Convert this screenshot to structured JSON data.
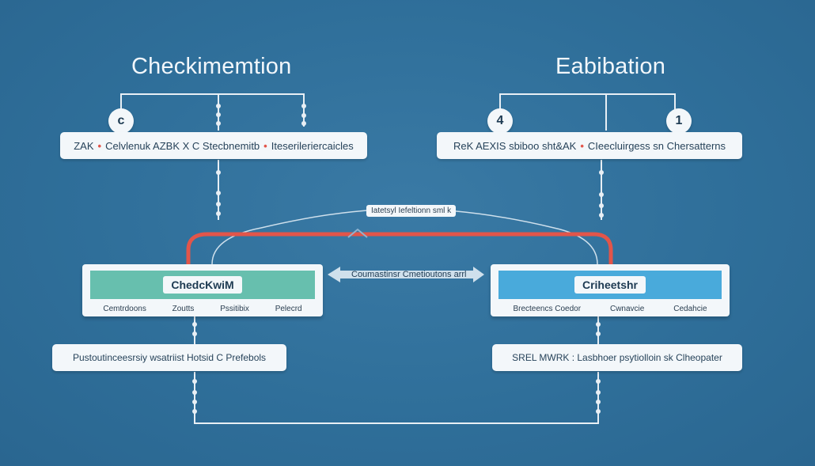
{
  "titles": {
    "left": "Checkimemtion",
    "right": "Eabibation"
  },
  "left_top": {
    "circle": "c",
    "parts": [
      "ZAK",
      "Celvlenuk AZBK X C Stecbnemitb",
      "Iteserileriercaicles"
    ]
  },
  "right_top": {
    "circles": [
      "4",
      "1"
    ],
    "parts": [
      "ReK AEXIS",
      "sbiboo sht&AK",
      "CIeecluirgess sn Chersatterns"
    ]
  },
  "connector_label": "Iatetsyl Iefeltionn sml k",
  "bidirectional_label": "Coumastinsr Cmetioutons arrl",
  "left_panel": {
    "header": "ChedcKwiM",
    "tabs": [
      "Cemtrdoons",
      "Zoutts",
      "Pssitibix",
      "Pelecrd"
    ],
    "color": "#67bfae"
  },
  "right_panel": {
    "header": "Criheetshr",
    "tabs": [
      "Brecteencs Coedor",
      "Cwnavcie",
      "Cedahcie"
    ],
    "color": "#49aadb"
  },
  "left_bottom": {
    "text": "Pustoutinceesrsiy wsatriist Hotsid C Prefebols"
  },
  "right_bottom": {
    "text": "SREL MWRK : Lasbhoer psytiolloin sk Clheopater"
  },
  "colors": {
    "background": "#2f6f9a",
    "accent_red": "#e2554a",
    "connector": "#d7e3ec"
  }
}
